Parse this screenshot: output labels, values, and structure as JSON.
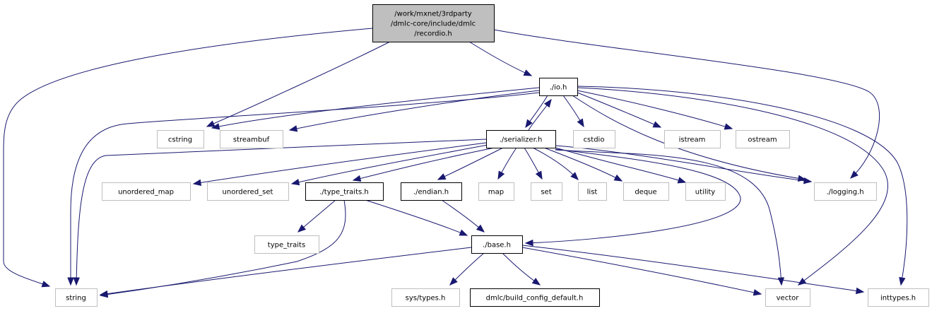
{
  "diagram": {
    "type": "include-dependency-graph",
    "colors": {
      "edge": "#191970",
      "root_fill": "#bfbfbf",
      "internal_border": "#000000",
      "external_border": "#bfbfbf"
    },
    "nodes": [
      {
        "id": "recordio",
        "label_lines": [
          "/work/mxnet/3rdparty",
          "/dmlc-core/include/dmlc",
          "/recordio.h"
        ],
        "kind": "root"
      },
      {
        "id": "io",
        "label_lines": [
          "./io.h"
        ],
        "kind": "internal"
      },
      {
        "id": "cstring",
        "label_lines": [
          "cstring"
        ],
        "kind": "external"
      },
      {
        "id": "streambuf",
        "label_lines": [
          "streambuf"
        ],
        "kind": "external"
      },
      {
        "id": "serializer",
        "label_lines": [
          "./serializer.h"
        ],
        "kind": "internal"
      },
      {
        "id": "cstdio",
        "label_lines": [
          "cstdio"
        ],
        "kind": "external"
      },
      {
        "id": "istream",
        "label_lines": [
          "istream"
        ],
        "kind": "external"
      },
      {
        "id": "ostream",
        "label_lines": [
          "ostream"
        ],
        "kind": "external"
      },
      {
        "id": "unordered_map",
        "label_lines": [
          "unordered_map"
        ],
        "kind": "external"
      },
      {
        "id": "unordered_set",
        "label_lines": [
          "unordered_set"
        ],
        "kind": "external"
      },
      {
        "id": "type_traits_h",
        "label_lines": [
          "./type_traits.h"
        ],
        "kind": "internal"
      },
      {
        "id": "endian",
        "label_lines": [
          "./endian.h"
        ],
        "kind": "internal"
      },
      {
        "id": "map",
        "label_lines": [
          "map"
        ],
        "kind": "external"
      },
      {
        "id": "set",
        "label_lines": [
          "set"
        ],
        "kind": "external"
      },
      {
        "id": "list",
        "label_lines": [
          "list"
        ],
        "kind": "external"
      },
      {
        "id": "deque",
        "label_lines": [
          "deque"
        ],
        "kind": "external"
      },
      {
        "id": "utility",
        "label_lines": [
          "utility"
        ],
        "kind": "external"
      },
      {
        "id": "logging",
        "label_lines": [
          "./logging.h"
        ],
        "kind": "external"
      },
      {
        "id": "type_traits",
        "label_lines": [
          "type_traits"
        ],
        "kind": "external"
      },
      {
        "id": "base",
        "label_lines": [
          "./base.h"
        ],
        "kind": "internal"
      },
      {
        "id": "string",
        "label_lines": [
          "string"
        ],
        "kind": "external"
      },
      {
        "id": "sys_types",
        "label_lines": [
          "sys/types.h"
        ],
        "kind": "external"
      },
      {
        "id": "build_config",
        "label_lines": [
          "dmlc/build_config_default.h"
        ],
        "kind": "internal"
      },
      {
        "id": "vector",
        "label_lines": [
          "vector"
        ],
        "kind": "external"
      },
      {
        "id": "inttypes",
        "label_lines": [
          "inttypes.h"
        ],
        "kind": "external"
      }
    ],
    "edges": [
      {
        "from": "recordio",
        "to": "io"
      },
      {
        "from": "recordio",
        "to": "cstring"
      },
      {
        "from": "recordio",
        "to": "string"
      },
      {
        "from": "recordio",
        "to": "logging"
      },
      {
        "from": "io",
        "to": "cstring"
      },
      {
        "from": "io",
        "to": "streambuf"
      },
      {
        "from": "io",
        "to": "serializer"
      },
      {
        "from": "io",
        "to": "cstdio"
      },
      {
        "from": "io",
        "to": "istream"
      },
      {
        "from": "io",
        "to": "ostream"
      },
      {
        "from": "io",
        "to": "string"
      },
      {
        "from": "io",
        "to": "logging"
      },
      {
        "from": "io",
        "to": "vector"
      },
      {
        "from": "io",
        "to": "inttypes"
      },
      {
        "from": "serializer",
        "to": "io"
      },
      {
        "from": "serializer",
        "to": "unordered_map"
      },
      {
        "from": "serializer",
        "to": "unordered_set"
      },
      {
        "from": "serializer",
        "to": "type_traits_h"
      },
      {
        "from": "serializer",
        "to": "endian"
      },
      {
        "from": "serializer",
        "to": "map"
      },
      {
        "from": "serializer",
        "to": "set"
      },
      {
        "from": "serializer",
        "to": "list"
      },
      {
        "from": "serializer",
        "to": "deque"
      },
      {
        "from": "serializer",
        "to": "utility"
      },
      {
        "from": "serializer",
        "to": "logging"
      },
      {
        "from": "serializer",
        "to": "base"
      },
      {
        "from": "serializer",
        "to": "string"
      },
      {
        "from": "serializer",
        "to": "vector"
      },
      {
        "from": "type_traits_h",
        "to": "type_traits"
      },
      {
        "from": "type_traits_h",
        "to": "base"
      },
      {
        "from": "type_traits_h",
        "to": "string"
      },
      {
        "from": "endian",
        "to": "base"
      },
      {
        "from": "base",
        "to": "string"
      },
      {
        "from": "base",
        "to": "sys_types"
      },
      {
        "from": "base",
        "to": "build_config"
      },
      {
        "from": "base",
        "to": "vector"
      },
      {
        "from": "base",
        "to": "inttypes"
      }
    ]
  }
}
